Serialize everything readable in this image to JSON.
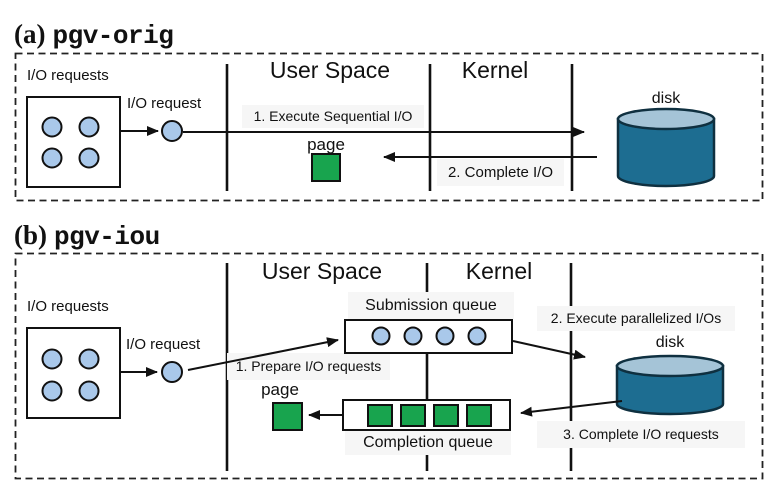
{
  "figure": {
    "panel_a": {
      "title_index": "(a)",
      "title_name": "pgv-orig",
      "user_space_header": "User Space",
      "kernel_header": "Kernel",
      "io_requests_label": "I/O requests",
      "io_request_label": "I/O request",
      "step1": "1. Execute Sequential I/O",
      "step2": "2. Complete I/O",
      "page_label": "page",
      "disk_label": "disk"
    },
    "panel_b": {
      "title_index": "(b)",
      "title_name": "pgv-iou",
      "user_space_header": "User Space",
      "kernel_header": "Kernel",
      "io_requests_label": "I/O requests",
      "io_request_label": "I/O request",
      "step1": "1. Prepare I/O requests",
      "step2": "2. Execute parallelized I/Os",
      "step3": "3. Complete I/O requests",
      "submission_queue_label": "Submission queue",
      "completion_queue_label": "Completion queue",
      "page_label": "page",
      "disk_label": "disk"
    },
    "colors": {
      "circle_fill": "#a9c8ea",
      "page_green": "#18a44e",
      "disk_body": "#1d6d91",
      "disk_top": "#a5c4d7",
      "label_background": "#f6f6f6",
      "line": "#111111"
    }
  }
}
